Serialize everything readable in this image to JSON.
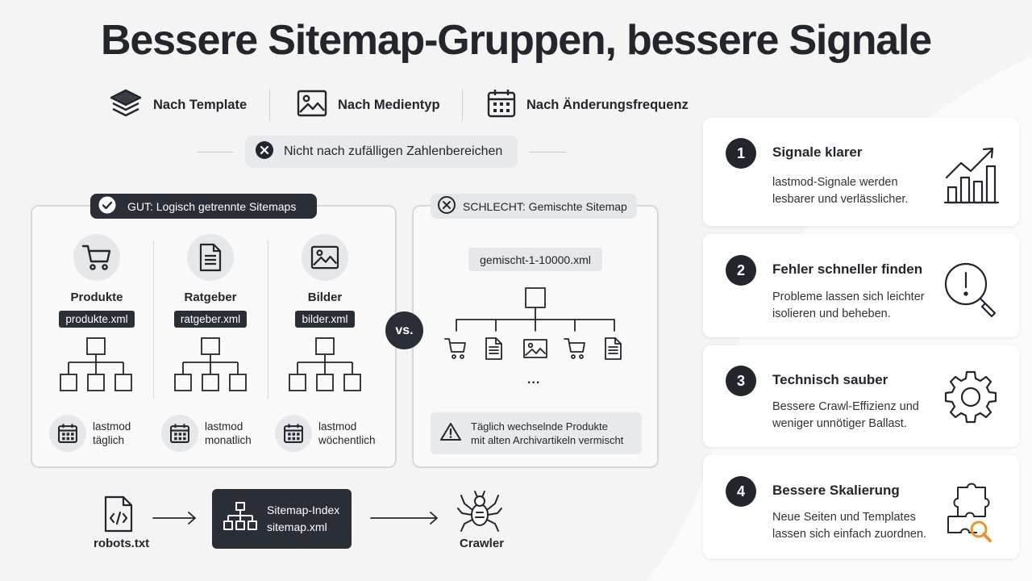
{
  "title": "Bessere Sitemap-Gruppen, bessere Signale",
  "filters": [
    {
      "label": "Nach Template",
      "icon": "layers-icon"
    },
    {
      "label": "Nach Medientyp",
      "icon": "image-icon"
    },
    {
      "label": "Nach Änderungsfrequenz",
      "icon": "calendar-icon"
    }
  ],
  "warning": {
    "label": "Nicht nach zufälligen Zahlenbereichen",
    "icon": "x-circle-icon"
  },
  "good": {
    "header": "GUT: Logisch getrennte Sitemaps",
    "columns": [
      {
        "name": "Produkte",
        "file": "produkte.xml",
        "icon": "cart-icon",
        "lastmod_label": "lastmod",
        "lastmod_value": "täglich"
      },
      {
        "name": "Ratgeber",
        "file": "ratgeber.xml",
        "icon": "document-icon",
        "lastmod_label": "lastmod",
        "lastmod_value": "monatlich"
      },
      {
        "name": "Bilder",
        "file": "bilder.xml",
        "icon": "image-icon",
        "lastmod_label": "lastmod",
        "lastmod_value": "wöchentlich"
      }
    ]
  },
  "vs_label": "vs.",
  "bad": {
    "header": "SCHLECHT: Gemischte Sitemap",
    "file": "gemischt-1-10000.xml",
    "ellipsis": "...",
    "warning_line1": "Täglich wechselnde Produkte",
    "warning_line2": "mit alten Archivartikeln vermischt"
  },
  "flow": {
    "robots_label": "robots.txt",
    "index_line1": "Sitemap-Index",
    "index_line2": "sitemap.xml",
    "crawler_label": "Crawler"
  },
  "benefits": [
    {
      "number": "1",
      "title": "Signale klarer",
      "line1": "lastmod-Signale werden",
      "line2": "lesbarer und verlässlicher.",
      "icon": "bar-chart-trend-icon"
    },
    {
      "number": "2",
      "title": "Fehler schneller finden",
      "line1": "Probleme lassen sich leichter",
      "line2": "isolieren und beheben.",
      "icon": "magnifier-alert-icon"
    },
    {
      "number": "3",
      "title": "Technisch sauber",
      "line1": "Bessere Crawl-Effizienz und",
      "line2": "weniger unnötiger Ballast.",
      "icon": "gear-icon"
    },
    {
      "number": "4",
      "title": "Bessere Skalierung",
      "line1": "Neue Seiten und Templates",
      "line2": "lassen sich einfach zuordnen.",
      "icon": "puzzle-search-icon"
    }
  ],
  "colors": {
    "dark": "#2a2e36",
    "accent_orange": "#e8932c",
    "background": "#f4f4f5"
  }
}
